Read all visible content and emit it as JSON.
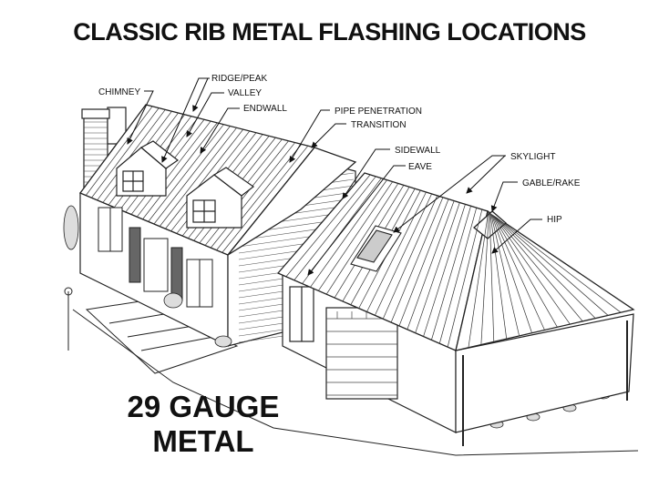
{
  "title": "CLASSIC RIB METAL FLASHING LOCATIONS",
  "gauge": {
    "line1": "29 GAUGE",
    "line2": "METAL"
  },
  "labels": {
    "chimney": "CHIMNEY",
    "ridge": "RIDGE/PEAK",
    "valley": "VALLEY",
    "endwall": "ENDWALL",
    "pipe": "PIPE PENETRATION",
    "transition": "TRANSITION",
    "sidewall": "SIDEWALL",
    "eave": "EAVE",
    "skylight": "SKYLIGHT",
    "gable": "GABLE/RAKE",
    "hip": "HIP"
  },
  "colors": {
    "ink": "#111111",
    "paper": "#ffffff"
  }
}
